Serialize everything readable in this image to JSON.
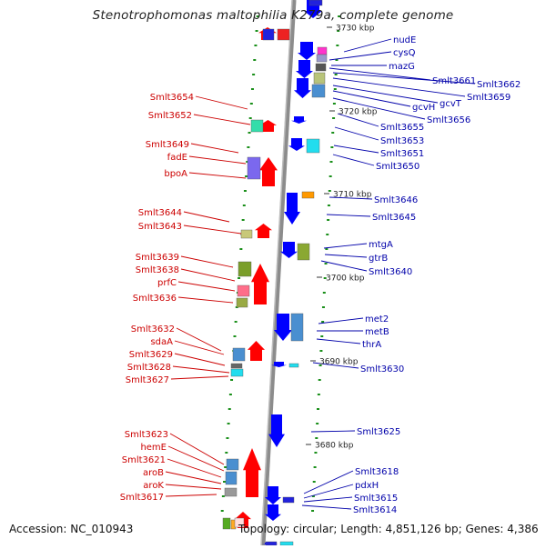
{
  "title": "Stenotrophomonas maltophilia K279a, complete genome",
  "footer": {
    "accession": "Accession: NC_010943",
    "summary": "Topology: circular; Length: 4,851,126 bp; Genes: 4,386"
  },
  "colors": {
    "left_label": "#cc0000",
    "right_label": "#0000aa",
    "forward_arrow": "#ff0000",
    "reverse_arrow": "#0000ff",
    "backbone": "#8c8c8c",
    "tick": "#1a8f1a"
  },
  "scale_labels": [
    "3730 kbp",
    "3720 kbp",
    "3710 kbp",
    "3700 kbp",
    "3690 kbp",
    "3680 kbp"
  ],
  "left_genes": [
    "Smlt3654",
    "Smlt3652",
    "Smlt3649",
    "fadE",
    "bpoA",
    "Smlt3644",
    "Smlt3643",
    "Smlt3639",
    "Smlt3638",
    "prfC",
    "Smlt3636",
    "Smlt3632",
    "sdaA",
    "Smlt3629",
    "Smlt3628",
    "Smlt3627",
    "Smlt3623",
    "hemE",
    "Smlt3621",
    "aroB",
    "aroK",
    "Smlt3617"
  ],
  "right_genes": [
    "nudE",
    "cysQ",
    "mazG",
    "Smlt3661",
    "Smlt3662",
    "Smlt3659",
    "gcvT",
    "gcvH",
    "Smlt3656",
    "Smlt3655",
    "Smlt3653",
    "Smlt3651",
    "Smlt3650",
    "Smlt3646",
    "Smlt3645",
    "mtgA",
    "gtrB",
    "Smlt3640",
    "met2",
    "metB",
    "thrA",
    "Smlt3630",
    "Smlt3625",
    "Smlt3618",
    "pdxH",
    "Smlt3615",
    "Smlt3614"
  ]
}
